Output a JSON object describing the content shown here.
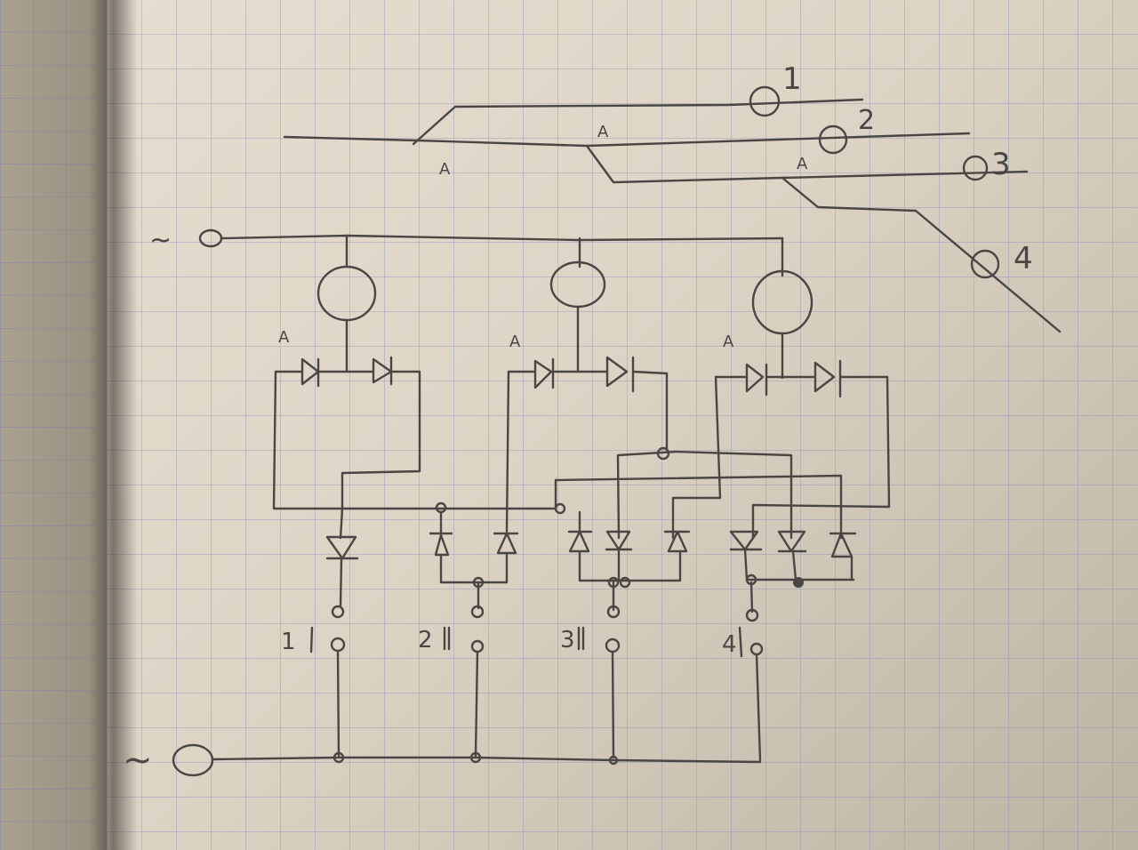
{
  "diagram": {
    "description": "Hand-drawn turnout (railway switch) control circuit on squared notebook paper",
    "track_plan": {
      "signals": [
        {
          "id": "signal-1",
          "label": "1"
        },
        {
          "id": "signal-2",
          "label": "2"
        },
        {
          "id": "signal-3",
          "label": "3"
        },
        {
          "id": "signal-4",
          "label": "4"
        }
      ],
      "switch_labels": [
        "A",
        "A",
        "A"
      ]
    },
    "supply": {
      "top_terminal_label": "~",
      "bottom_terminal_label": "~"
    },
    "switch_motors": [
      {
        "id": "motor-1",
        "label": "A"
      },
      {
        "id": "motor-2",
        "label": "A"
      },
      {
        "id": "motor-3",
        "label": "A"
      }
    ],
    "pushbuttons": [
      {
        "id": "button-1",
        "label": "1"
      },
      {
        "id": "button-2",
        "label": "2"
      },
      {
        "id": "button-3",
        "label": "3"
      },
      {
        "id": "button-4",
        "label": "4"
      }
    ]
  }
}
